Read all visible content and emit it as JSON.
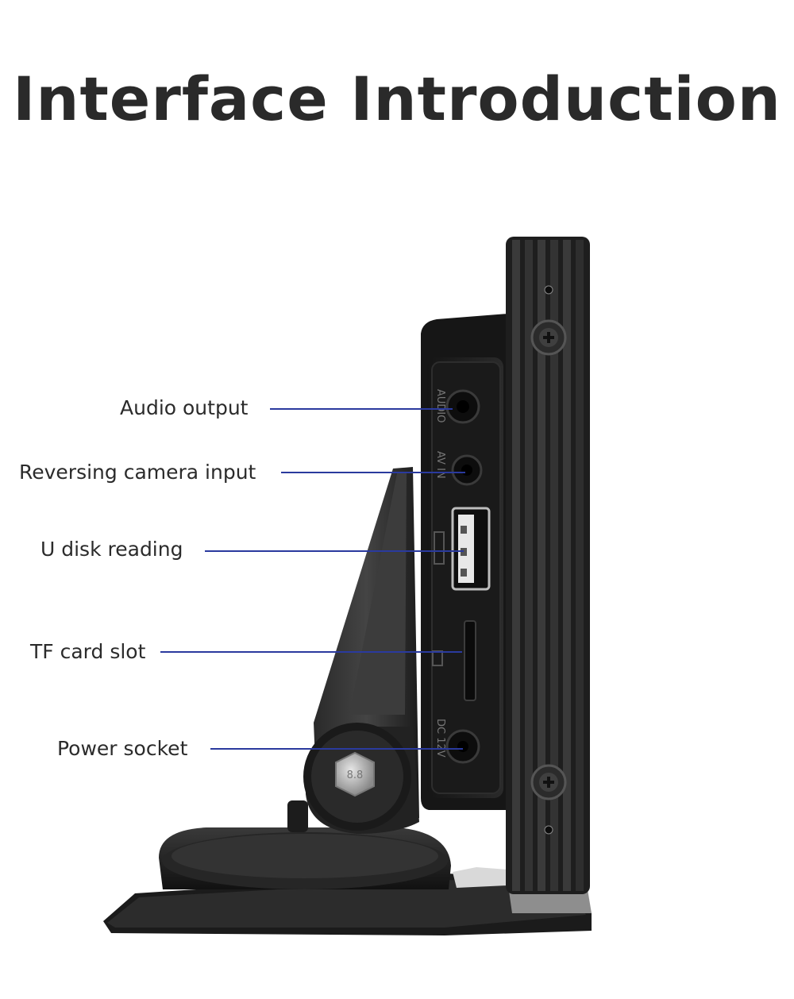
{
  "page": {
    "title": "Interface Introduction"
  },
  "callouts": [
    {
      "id": "audio-output",
      "label": "Audio output"
    },
    {
      "id": "reversing-camera-input",
      "label": "Reversing camera input"
    },
    {
      "id": "u-disk-reading",
      "label": "U disk reading"
    },
    {
      "id": "tf-card-slot",
      "label": "TF card slot"
    },
    {
      "id": "power-socket",
      "label": "Power socket"
    }
  ],
  "port_markings": {
    "audio": "AUDIO",
    "av_in": "AV IN",
    "dc": "DC 12V",
    "bolt": "8.8"
  },
  "colors": {
    "leader_line": "#2a3a9e",
    "device_body": "#1e1e1e",
    "title_text": "#2a2a2a"
  }
}
